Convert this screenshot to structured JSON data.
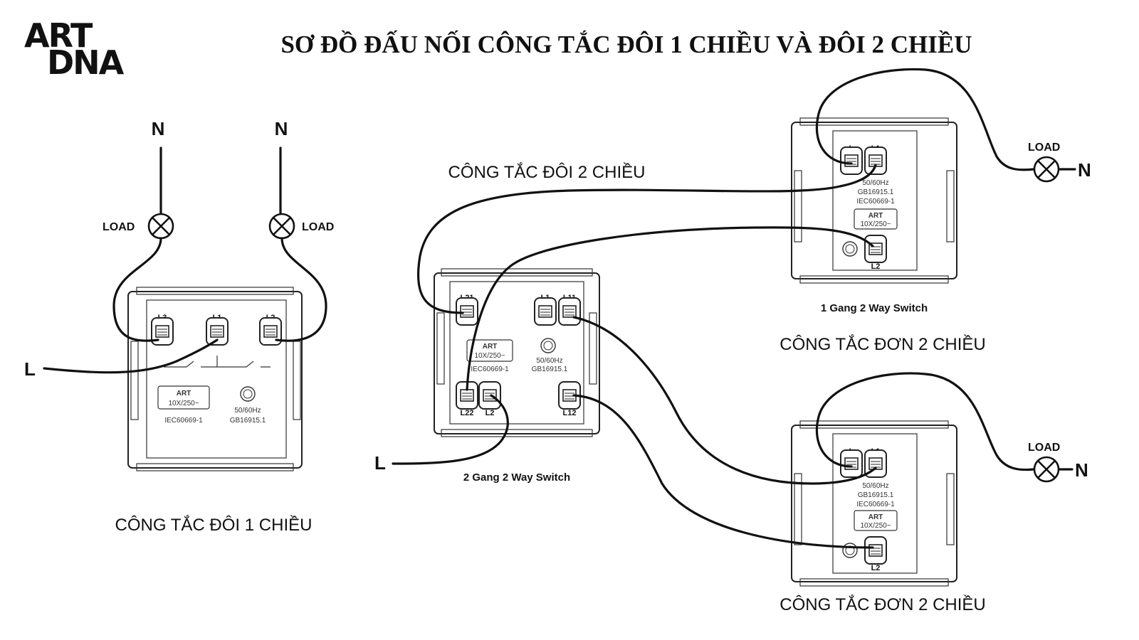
{
  "logo": {
    "line1": "ART",
    "line2": "DNA"
  },
  "title": "SƠ ĐỒ ĐẤU NỐI CÔNG TẮC ĐÔI 1 CHIỀU VÀ ĐÔI 2 CHIỀU",
  "labels": {
    "neutral": "N",
    "line": "L",
    "load": "LOAD"
  },
  "switches": {
    "double_one_way": {
      "caption": "CÔNG TẮC ĐÔI 1 CHIỀU",
      "terminals": [
        "L3",
        "L1",
        "L2"
      ],
      "rating": "10X/250~",
      "freq": "50/60Hz",
      "std1": "IEC60669-1",
      "std2": "GB16915.1"
    },
    "double_two_way": {
      "caption": "CÔNG TẮC ĐÔI 2 CHIỀU",
      "model": "2 Gang 2 Way Switch",
      "terminals": [
        "L21",
        "L1",
        "L11",
        "L22",
        "L2",
        "L12"
      ],
      "rating": "10X/250~",
      "freq": "50/60Hz",
      "std1": "IEC60669-1",
      "std2": "GB16915.1"
    },
    "single_two_way_top": {
      "caption": "CÔNG TẮC ĐƠN 2 CHIỀU",
      "model": "1 Gang 2 Way Switch",
      "terminals": [
        "L",
        "L1",
        "L2"
      ],
      "rating": "10X/250~",
      "freq": "50/60Hz",
      "std1": "GB16915.1",
      "std2": "IEC60669-1"
    },
    "single_two_way_bottom": {
      "caption": "CÔNG TẮC ĐƠN 2 CHIỀU",
      "terminals": [
        "L",
        "L1",
        "L2"
      ],
      "rating": "10X/250~",
      "freq": "50/60Hz",
      "std1": "GB16915.1",
      "std2": "IEC60669-1"
    }
  }
}
